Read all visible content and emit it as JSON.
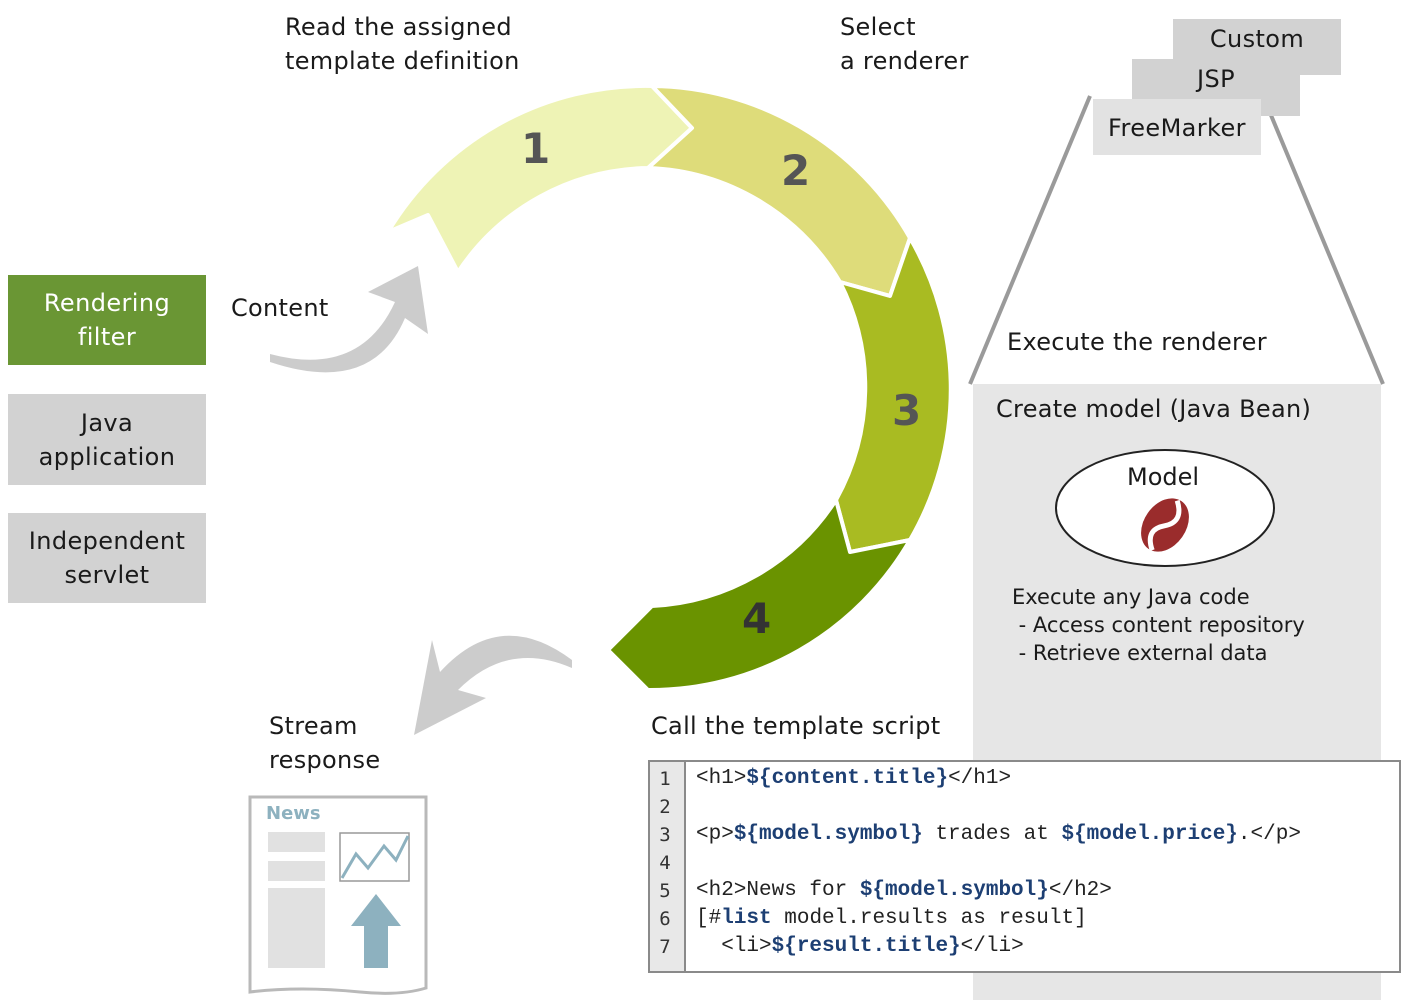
{
  "steps": {
    "read_template": [
      "Read the assigned",
      "template definition"
    ],
    "select_renderer": [
      "Select",
      "a renderer"
    ],
    "execute_renderer": "Execute the renderer",
    "call_template": "Call the template script",
    "stream_response": [
      "Stream",
      "response"
    ],
    "content": "Content"
  },
  "cycle_numbers": [
    "1",
    "2",
    "3",
    "4"
  ],
  "cycle_colors": {
    "seg1": "#eef3b5",
    "seg2": "#dedc7a",
    "seg3": "#a9bb22",
    "seg4": "#6a9300"
  },
  "sources": {
    "rendering_filter": [
      "Rendering",
      "filter"
    ],
    "java_application": [
      "Java",
      "application"
    ],
    "independent_servlet": [
      "Independent",
      "servlet"
    ],
    "active_color": "#6a9634",
    "inactive_color": "#d2d2d2"
  },
  "renderers": [
    "Custom",
    "JSP",
    "FreeMarker"
  ],
  "model_panel": {
    "title": "Create model (Java Bean)",
    "model_label": "Model",
    "model_icon": "coffee-bean-icon",
    "exec_title": "Execute any Java code",
    "exec_items": [
      " - Access content repository",
      " - Retrieve external data"
    ]
  },
  "code": {
    "line_numbers": [
      "1",
      "2",
      "3",
      "4",
      "5",
      "6",
      "7"
    ],
    "lines": [
      [
        {
          "t": "<h1>",
          "k": false
        },
        {
          "t": "${content.title}",
          "k": true
        },
        {
          "t": "</h1>",
          "k": false
        }
      ],
      [],
      [
        {
          "t": "<p>",
          "k": false
        },
        {
          "t": "${model.symbol}",
          "k": true
        },
        {
          "t": " trades at ",
          "k": false
        },
        {
          "t": "${model.price}",
          "k": true
        },
        {
          "t": ".</p>",
          "k": false
        }
      ],
      [],
      [
        {
          "t": "<h2>News for ",
          "k": false
        },
        {
          "t": "${model.symbol}",
          "k": true
        },
        {
          "t": "</h2>",
          "k": false
        }
      ],
      [
        {
          "t": "[#",
          "k": false
        },
        {
          "t": "list",
          "k": true
        },
        {
          "t": " model.results as result]",
          "k": false
        }
      ],
      [
        {
          "t": "  <li>",
          "k": false
        },
        {
          "t": "${result.title}",
          "k": true
        },
        {
          "t": "</li>",
          "k": false
        }
      ]
    ]
  },
  "news_doc": {
    "title": "News",
    "icon": "news-document-icon"
  }
}
